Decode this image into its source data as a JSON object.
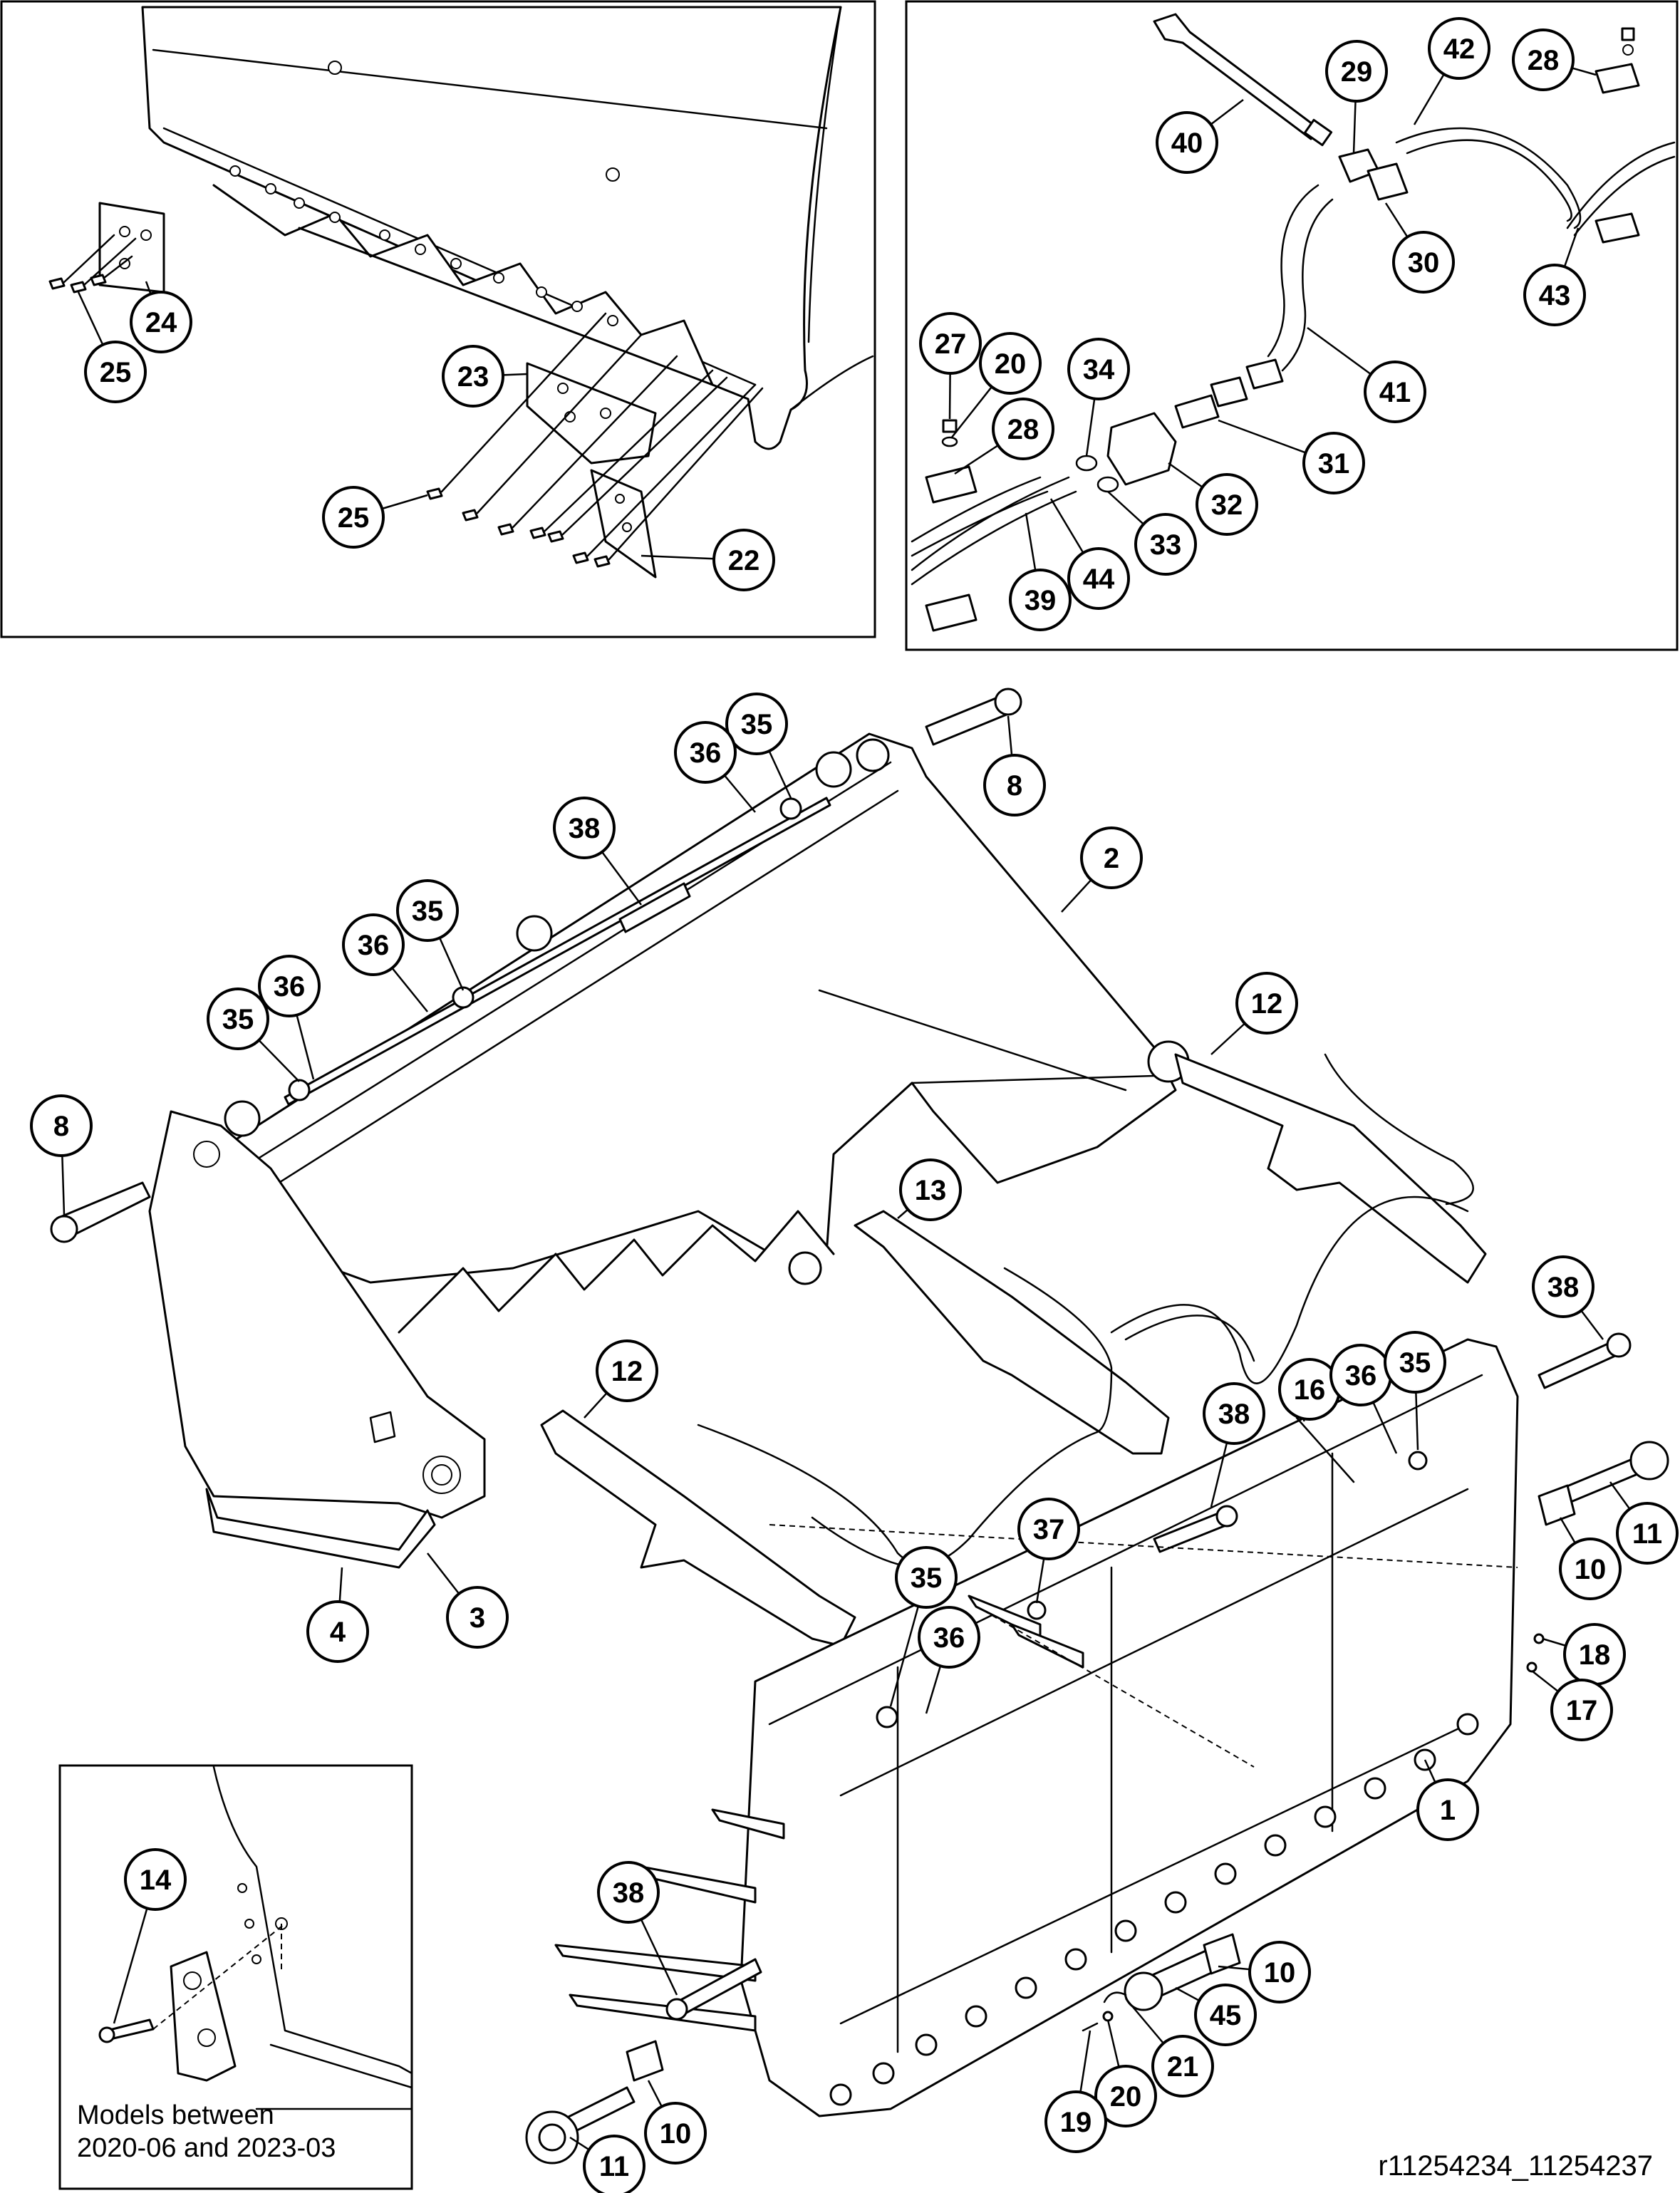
{
  "note": {
    "line1": "Models between",
    "line2": "2020-06 and 2023-03"
  },
  "figure_code": "r11254234_11254237",
  "callouts": [
    {
      "id": "c24-top",
      "label": "24"
    },
    {
      "id": "c25-top",
      "label": "25"
    },
    {
      "id": "c23",
      "label": "23"
    },
    {
      "id": "c25-mid",
      "label": "25"
    },
    {
      "id": "c22",
      "label": "22"
    },
    {
      "id": "c40",
      "label": "40"
    },
    {
      "id": "c29",
      "label": "29"
    },
    {
      "id": "c42",
      "label": "42"
    },
    {
      "id": "c28-top",
      "label": "28"
    },
    {
      "id": "c30",
      "label": "30"
    },
    {
      "id": "c43",
      "label": "43"
    },
    {
      "id": "c27",
      "label": "27"
    },
    {
      "id": "c20-top",
      "label": "20"
    },
    {
      "id": "c34",
      "label": "34"
    },
    {
      "id": "c28-mid",
      "label": "28"
    },
    {
      "id": "c41",
      "label": "41"
    },
    {
      "id": "c31",
      "label": "31"
    },
    {
      "id": "c32",
      "label": "32"
    },
    {
      "id": "c33",
      "label": "33"
    },
    {
      "id": "c44",
      "label": "44"
    },
    {
      "id": "c39",
      "label": "39"
    },
    {
      "id": "c8-top",
      "label": "8"
    },
    {
      "id": "c35-a",
      "label": "35"
    },
    {
      "id": "c36-a",
      "label": "36"
    },
    {
      "id": "c2",
      "label": "2"
    },
    {
      "id": "c38-a",
      "label": "38"
    },
    {
      "id": "c35-b",
      "label": "35"
    },
    {
      "id": "c36-b",
      "label": "36"
    },
    {
      "id": "c36-c",
      "label": "36"
    },
    {
      "id": "c35-c",
      "label": "35"
    },
    {
      "id": "c12-top",
      "label": "12"
    },
    {
      "id": "c8-left",
      "label": "8"
    },
    {
      "id": "c13",
      "label": "13"
    },
    {
      "id": "c38-b",
      "label": "38"
    },
    {
      "id": "c12-mid",
      "label": "12"
    },
    {
      "id": "c38-c",
      "label": "38"
    },
    {
      "id": "c16",
      "label": "16"
    },
    {
      "id": "c36-d",
      "label": "36"
    },
    {
      "id": "c35-d",
      "label": "35"
    },
    {
      "id": "c11-right",
      "label": "11"
    },
    {
      "id": "c10-right",
      "label": "10"
    },
    {
      "id": "c4",
      "label": "4"
    },
    {
      "id": "c3",
      "label": "3"
    },
    {
      "id": "c37",
      "label": "37"
    },
    {
      "id": "c35-e",
      "label": "35"
    },
    {
      "id": "c36-e",
      "label": "36"
    },
    {
      "id": "c18",
      "label": "18"
    },
    {
      "id": "c17",
      "label": "17"
    },
    {
      "id": "c1",
      "label": "1"
    },
    {
      "id": "c38-d",
      "label": "38"
    },
    {
      "id": "c14",
      "label": "14"
    },
    {
      "id": "c10-bottom",
      "label": "10"
    },
    {
      "id": "c45",
      "label": "45"
    },
    {
      "id": "c21",
      "label": "21"
    },
    {
      "id": "c20-bottom",
      "label": "20"
    },
    {
      "id": "c19",
      "label": "19"
    },
    {
      "id": "c10-left",
      "label": "10"
    },
    {
      "id": "c11-bottom",
      "label": "11"
    }
  ]
}
